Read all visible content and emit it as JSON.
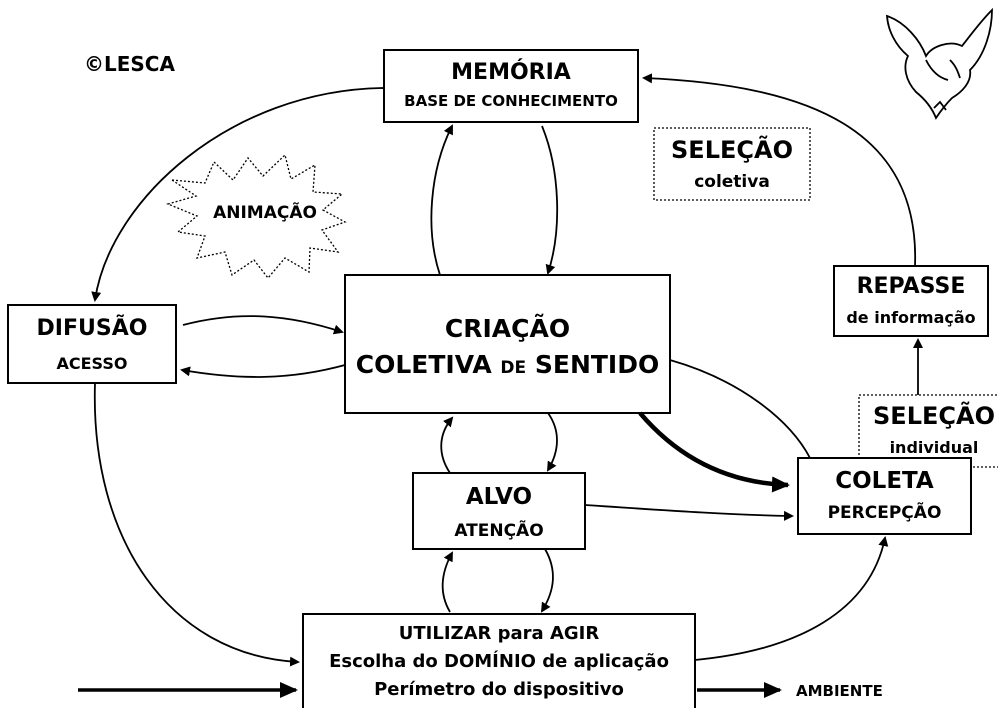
{
  "copyright": "©LESCA",
  "nodes": {
    "memoria": {
      "title": "MEMÓRIA",
      "subtitle": "BASE DE CONHECIMENTO"
    },
    "selecao_coletiva": {
      "title": "SELEÇÃO",
      "subtitle": "coletiva"
    },
    "animacao": {
      "label": "ANIMAÇÃO"
    },
    "repasse": {
      "title": "REPASSE",
      "subtitle": "de informação"
    },
    "difusao": {
      "title": "DIFUSÃO",
      "subtitle": "ACESSO"
    },
    "criacao": {
      "line1": "CRIAÇÃO",
      "line2_a": "COLETIVA ",
      "line2_b": "DE",
      "line2_c": " SENTIDO"
    },
    "selecao_individual": {
      "title": "SELEÇÃO",
      "subtitle": "individual"
    },
    "coleta": {
      "title": "COLETA",
      "subtitle": "PERCEPÇÃO"
    },
    "alvo": {
      "title": "ALVO",
      "subtitle": "ATENÇÃO"
    },
    "utilizar": {
      "line1": "UTILIZAR para AGIR",
      "line2": "Escolha do DOMÍNIO de aplicação",
      "line3": "Perímetro do dispositivo"
    },
    "ambiente": {
      "label": "AMBIENTE"
    }
  },
  "logo_icon": "fox-head-icon",
  "colors": {
    "ink": "#000000",
    "background": "#ffffff"
  }
}
